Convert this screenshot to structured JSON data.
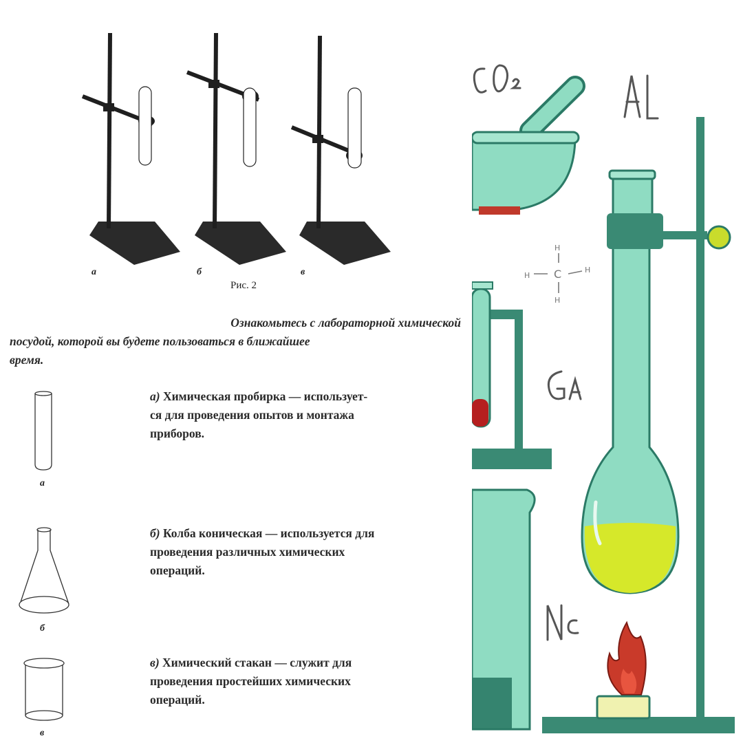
{
  "figure": {
    "stand_labels": [
      "а",
      "б",
      "в"
    ],
    "caption": "Рис. 2"
  },
  "intro": {
    "line1": "Ознакомьтесь с лабораторной химической",
    "line2": "посудой, которой вы будете пользоваться в ближайшее",
    "line3": "время."
  },
  "items": [
    {
      "marker": "а)",
      "title": "Химическая пробирка",
      "line1": " — использует-",
      "line2": "ся для проведения опытов и монтажа",
      "line3": "приборов.",
      "label": "а"
    },
    {
      "marker": "б)",
      "title": "Колба коническая",
      "line1": " — используется для",
      "line2": "проведения различных химических",
      "line3": "операций.",
      "label": "б"
    },
    {
      "marker": "в)",
      "title": "Химический стакан",
      "line1": " — служит для",
      "line2": "проведения простейших химических",
      "line3": "операций.",
      "label": "в"
    }
  ],
  "illustration": {
    "symbols": [
      "CO₂",
      "Al",
      "Ga",
      "Nc"
    ],
    "formula": {
      "center": "C",
      "h": "H"
    },
    "colors": {
      "teal": "#8fdcc2",
      "dark_teal": "#2b7a66",
      "liquid": "#d6e82a",
      "red": "#b51f1f",
      "flame": "#c93a2a"
    }
  }
}
